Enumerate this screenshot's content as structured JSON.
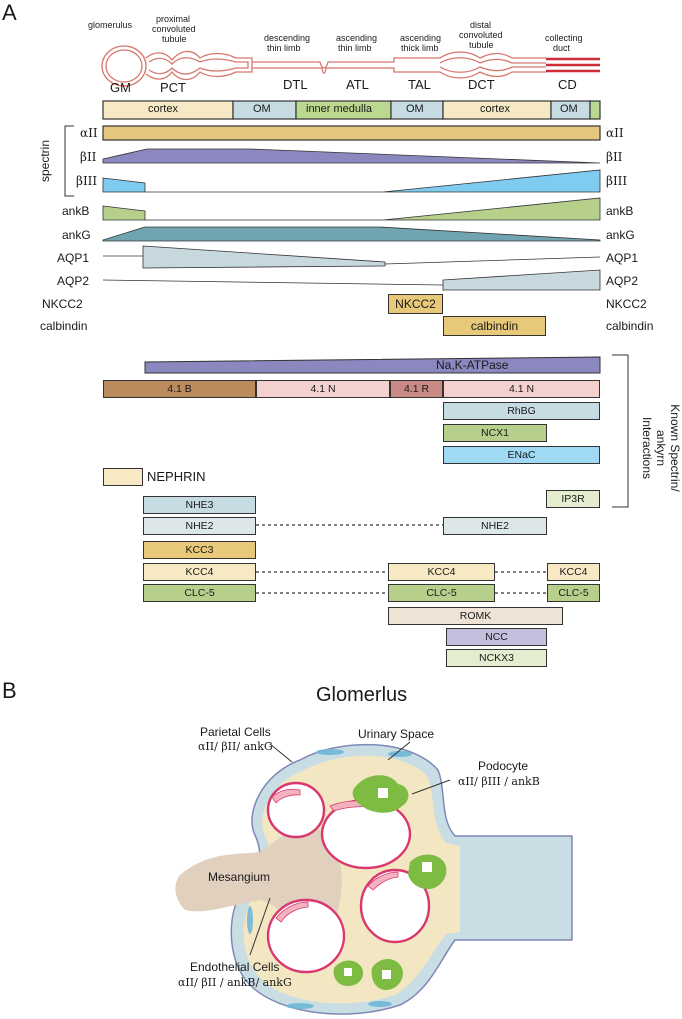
{
  "panel_a": {
    "label": "A",
    "nephron": {
      "glomerulus": "glomerulus",
      "pct": [
        "proximal",
        "convoluted",
        "tubule"
      ],
      "dtl": [
        "descending",
        "thin limb"
      ],
      "atl": [
        "ascending",
        "thin limb"
      ],
      "tal": [
        "ascending",
        "thick limb"
      ],
      "dct": [
        "distal",
        "convoluted",
        "tubule"
      ],
      "cd": [
        "collecting",
        "duct"
      ],
      "abbreviations": [
        "GM",
        "PCT",
        "DTL",
        "ATL",
        "TAL",
        "DCT",
        "CD"
      ]
    },
    "zones": [
      "cortex",
      "OM",
      "inner medulla",
      "OM",
      "cortex",
      "OM"
    ],
    "spectrin_label": "spectrin",
    "rows": [
      {
        "left": "αII",
        "right": "αII",
        "color": "#e6c77e"
      },
      {
        "left": "βII",
        "right": "βII",
        "color": "#8b88bf"
      },
      {
        "left": "βIII",
        "right": "βIII",
        "color": "#7ecdf0"
      },
      {
        "left": "ankB",
        "right": "ankB",
        "color": "#b6d08c"
      },
      {
        "left": "ankG",
        "right": "ankG",
        "color": "#6fa4b0"
      },
      {
        "left": "AQP1",
        "right": "AQP1",
        "color": "#c7d9de"
      },
      {
        "left": "AQP2",
        "right": "AQP2",
        "color": "#c7d9de"
      },
      {
        "left": "NKCC2",
        "right": "NKCC2",
        "color": "#e8c97a"
      },
      {
        "left": "calbindin",
        "right": "calbindin",
        "color": "#e8c97a"
      }
    ],
    "boxes": {
      "nkcc2": "NKCC2",
      "calbindin": "calbindin",
      "nak": "Na,K-ATPase",
      "p41b": "4.1 B",
      "p41n_a": "4.1 N",
      "p41r": "4.1 R",
      "p41n_b": "4.1 N",
      "rhbg": "RhBG",
      "ncx1": "NCX1",
      "enac": "ENaC",
      "nephrin": "NEPHRIN",
      "ip3r": "IP3R",
      "nhe3": "NHE3",
      "nhe2_a": "NHE2",
      "nhe2_b": "NHE2",
      "kcc3": "KCC3",
      "kcc4_a": "KCC4",
      "kcc4_b": "KCC4",
      "kcc4_c": "KCC4",
      "clc5_a": "CLC-5",
      "clc5_b": "CLC-5",
      "clc5_c": "CLC-5",
      "romk": "ROMK",
      "ncc": "NCC",
      "nckx3": "NCKX3"
    },
    "known_interactions": [
      "Known Spectrin/",
      "ankyrn",
      "Interactions"
    ]
  },
  "panel_b": {
    "label": "B",
    "title": "Glomerlus",
    "parietal": [
      "Parietal Cells",
      "αII/ βII/ ankG"
    ],
    "urinary": "Urinary Space",
    "podocyte": [
      "Podocyte",
      "αII/ βIII / ankB"
    ],
    "mesangium": "Mesangium",
    "endothelial": [
      "Endothelial Cells",
      "αII/ βII / ankB/ ankG"
    ]
  },
  "colors": {
    "nephron_outline": "#d6776d",
    "collecting_duct": "#cc2f38",
    "cortex": "#f7e9c3",
    "outer_medulla": "#c7dbe3",
    "inner_medulla": "#bad88f",
    "alpha_ii": "#e6c77e",
    "beta_ii": "#8b88bf",
    "beta_iii": "#7ecdf0",
    "ank_b": "#b6d08c",
    "ank_g": "#6fa4b0",
    "aqp": "#c7d9de",
    "protein_41b": "#b98b5d",
    "protein_41n": "#f4d0cf",
    "protein_41r": "#c98a86",
    "podocyte": "#7dbb43",
    "endothelial": "#d9376e"
  }
}
